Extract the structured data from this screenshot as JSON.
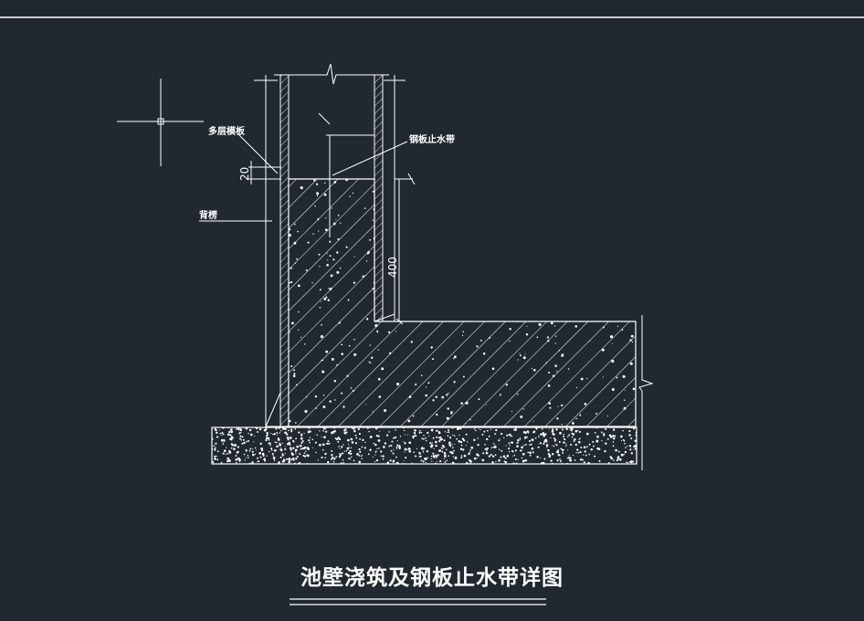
{
  "drawing": {
    "title": "池壁浇筑及钢板止水带详图",
    "labels": {
      "formwork": "多层模板",
      "steel_waterstop": "钢板止水带",
      "back_edge": "背楞"
    },
    "dimensions": {
      "gap_20": "20",
      "height_400": "400"
    }
  },
  "colors": {
    "background": "#212830",
    "line": "#ffffff"
  }
}
